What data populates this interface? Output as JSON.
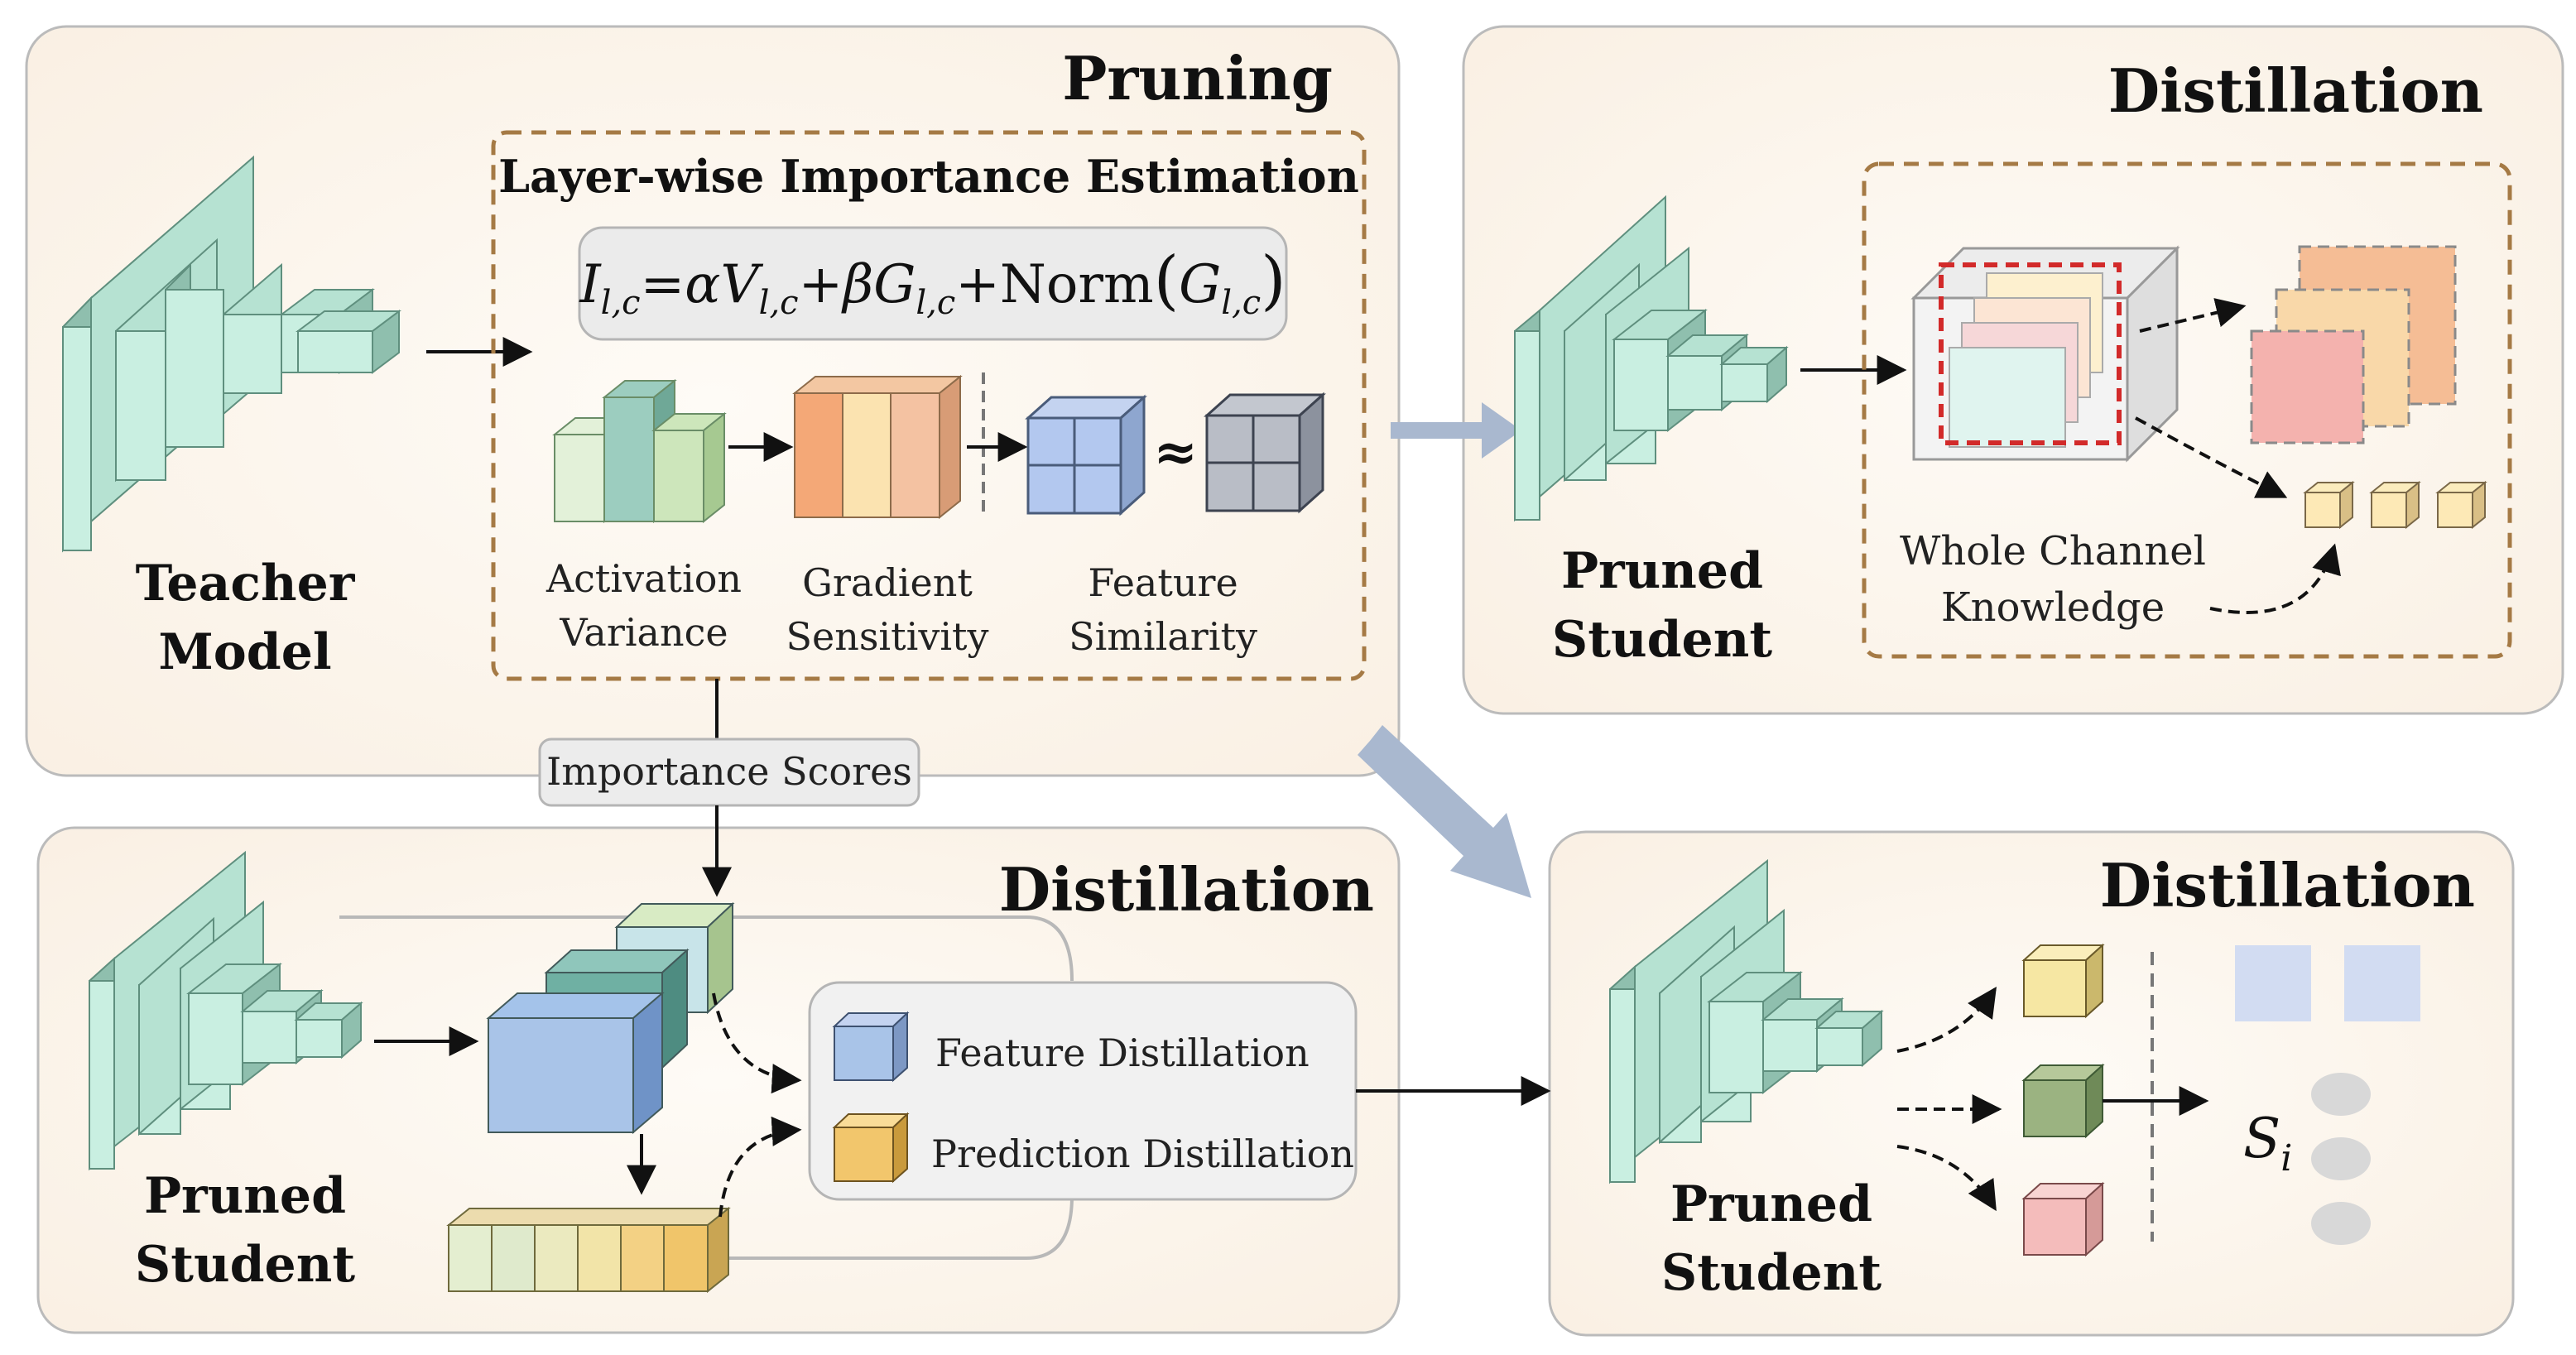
{
  "panels": {
    "pruning": {
      "title": "Pruning"
    },
    "distill_top_right": {
      "title": "Distillation"
    },
    "distill_bottom_left": {
      "title": "Distillation"
    },
    "distill_bottom_right": {
      "title": "Distillation"
    }
  },
  "teacher": {
    "line1": "Teacher",
    "line2": "Model"
  },
  "importance_box": {
    "title": "Layer-wise Importance Estimation",
    "formula": "I_{l,c}=αV_{l,c}+βG_{l,c}+Norm(G_{l,c})",
    "formula_parts": {
      "i": "I",
      "i_sub": "l,c",
      "eq_alpha": "=α",
      "v": "V",
      "v_sub": "l,c",
      "plus_beta": "+β",
      "g": "G",
      "g_sub": "l,c",
      "plus_norm": "+Norm",
      "lparen": "(",
      "g2": "G",
      "g2_sub": "l,c",
      "rparen": ")"
    },
    "approx": "≈",
    "components": [
      {
        "line1": "Activation",
        "line2": "Variance"
      },
      {
        "line1": "Gradient",
        "line2": "Sensitivity"
      },
      {
        "line1": "Feature",
        "line2": "Similarity"
      }
    ]
  },
  "importance_scores": "Importance Scores",
  "pruned_student": {
    "line1": "Pruned",
    "line2": "Student"
  },
  "whole_channel": {
    "line1": "Whole Channel",
    "line2": "Knowledge"
  },
  "legend": {
    "feature": "Feature Distillation",
    "prediction": "Prediction Distillation"
  },
  "score_symbol": {
    "s": "S",
    "sub": "i"
  },
  "colors": {
    "panel_fill": "#fdf8f1",
    "panel_stroke": "#b9b9b9",
    "net_front": "#c9efe1",
    "net_side": "#8fbfae",
    "dashed_border": "#a57a45",
    "big_arrow": "#a9b8cf",
    "feature_blue": "#a9c4e8",
    "prediction_yellow": "#f2c66c"
  }
}
